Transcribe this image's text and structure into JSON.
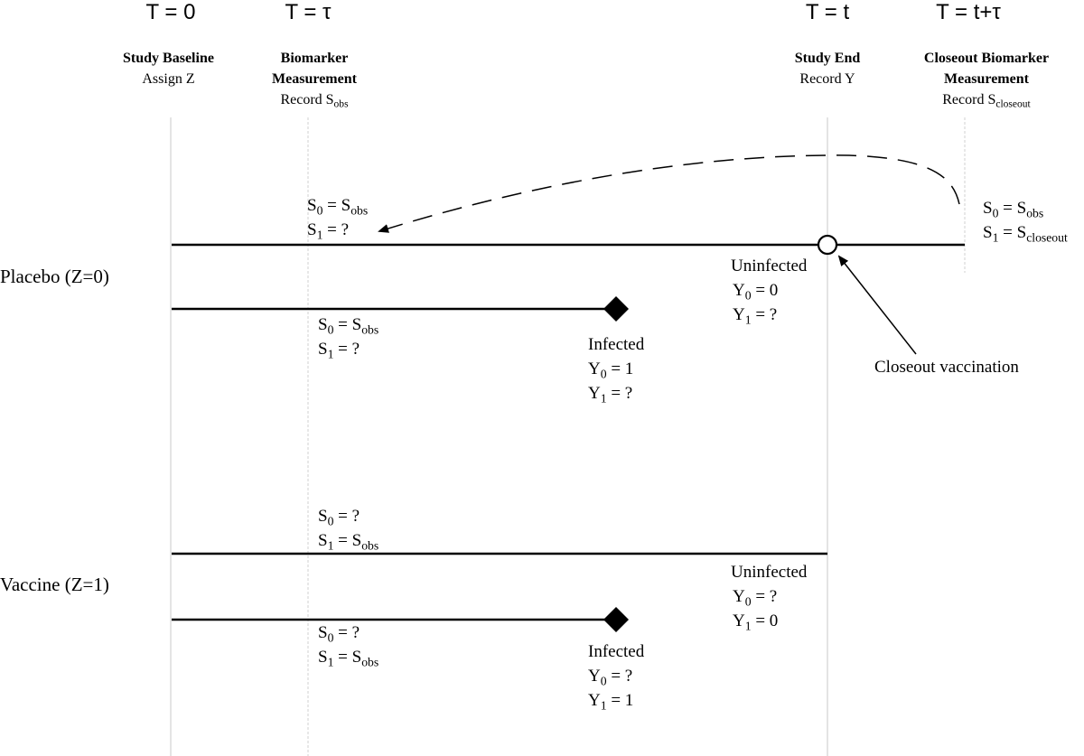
{
  "time_points": {
    "t0": "T = 0",
    "tau": "T = τ",
    "t": "T = t",
    "t_tau": "T = t+τ"
  },
  "headers": {
    "baseline": {
      "title": "Study Baseline",
      "sub": "Assign Z"
    },
    "biomarker": {
      "title1": "Biomarker",
      "title2": "Measurement",
      "sub_prefix": "Record S",
      "sub_sub": "obs"
    },
    "study_end": {
      "title": "Study End",
      "sub": "Record Y"
    },
    "closeout": {
      "title1": "Closeout Biomarker",
      "title2": "Measurement",
      "sub_prefix": "Record S",
      "sub_sub": "closeout"
    }
  },
  "groups": {
    "placebo": "Placebo (Z=0)",
    "vaccine": "Vaccine (Z=1)"
  },
  "placebo_uninfected": {
    "s0": {
      "sym": "S",
      "sub": "0",
      "eq": " = ",
      "rhs": "S",
      "rhs_sub": "obs"
    },
    "s1": {
      "sym": "S",
      "sub": "1",
      "eq": " = ",
      "rhs": "?"
    },
    "outcome": "Uninfected",
    "y0": {
      "sym": "Y",
      "sub": "0",
      "eq": " = ",
      "rhs": "0"
    },
    "y1": {
      "sym": "Y",
      "sub": "1",
      "eq": " = ",
      "rhs": "?"
    }
  },
  "placebo_closeout": {
    "s0": {
      "sym": "S",
      "sub": "0",
      "eq": " = ",
      "rhs": "S",
      "rhs_sub": "obs"
    },
    "s1": {
      "sym": "S",
      "sub": "1",
      "eq": " = ",
      "rhs": "S",
      "rhs_sub": "closeout"
    },
    "annotation": "Closeout vaccination"
  },
  "placebo_infected": {
    "s0": {
      "sym": "S",
      "sub": "0",
      "eq": " = ",
      "rhs": "S",
      "rhs_sub": "obs"
    },
    "s1": {
      "sym": "S",
      "sub": "1",
      "eq": " = ",
      "rhs": "?"
    },
    "outcome": "Infected",
    "y0": {
      "sym": "Y",
      "sub": "0",
      "eq": " = ",
      "rhs": "1"
    },
    "y1": {
      "sym": "Y",
      "sub": "1",
      "eq": " = ",
      "rhs": "?"
    }
  },
  "vaccine_uninfected": {
    "s0": {
      "sym": "S",
      "sub": "0",
      "eq": " = ",
      "rhs": "?"
    },
    "s1": {
      "sym": "S",
      "sub": "1",
      "eq": " = ",
      "rhs": "S",
      "rhs_sub": "obs"
    },
    "outcome": "Uninfected",
    "y0": {
      "sym": "Y",
      "sub": "0",
      "eq": " = ",
      "rhs": "?"
    },
    "y1": {
      "sym": "Y",
      "sub": "1",
      "eq": " = ",
      "rhs": "0"
    }
  },
  "vaccine_infected": {
    "s0": {
      "sym": "S",
      "sub": "0",
      "eq": " = ",
      "rhs": "?"
    },
    "s1": {
      "sym": "S",
      "sub": "1",
      "eq": " = ",
      "rhs": "S",
      "rhs_sub": "obs"
    },
    "outcome": "Infected",
    "y0": {
      "sym": "Y",
      "sub": "0",
      "eq": " = ",
      "rhs": "?"
    },
    "y1": {
      "sym": "Y",
      "sub": "1",
      "eq": " = ",
      "rhs": "1"
    }
  }
}
